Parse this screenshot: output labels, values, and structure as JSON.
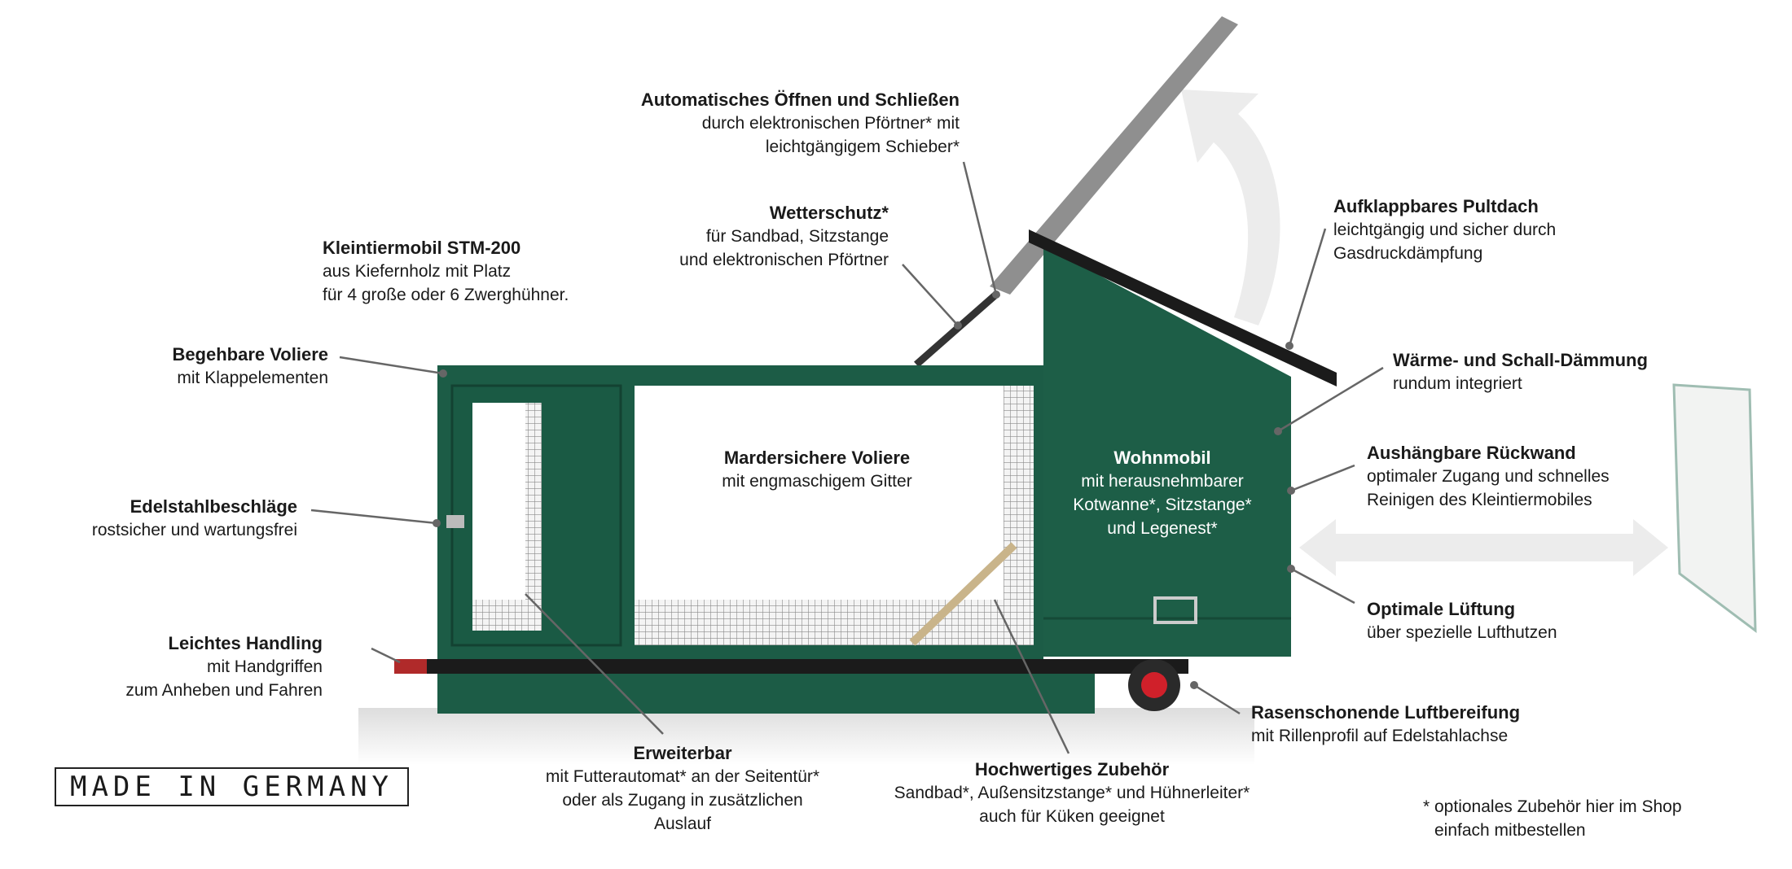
{
  "labels": {
    "auto": {
      "title": "Automatisches Öffnen und Schließen",
      "lines": [
        "durch elektronischen Pförtner* mit",
        "leichtgängigem Schieber*"
      ]
    },
    "wetter": {
      "title": "Wetterschutz*",
      "lines": [
        "für Sandbad, Sitzstange",
        "und elektronischen Pförtner"
      ]
    },
    "klein": {
      "title": "Kleintiermobil STM-200",
      "lines": [
        "aus Kiefernholz mit Platz",
        "für 4 große oder 6 Zwerghühner."
      ]
    },
    "begeh": {
      "title": "Begehbare Voliere",
      "lines": [
        "mit Klappelementen"
      ]
    },
    "edel": {
      "title": "Edelstahlbeschläge",
      "lines": [
        "rostsicher und wartungsfrei"
      ]
    },
    "handling": {
      "title": "Leichtes Handling",
      "lines": [
        "mit Handgriffen",
        "zum Anheben und Fahren"
      ]
    },
    "erweiter": {
      "title": "Erweiterbar",
      "lines": [
        "mit Futterautomat* an der Seitentür*",
        "oder als Zugang in zusätzlichen",
        "Auslauf"
      ]
    },
    "zubehoer": {
      "title": "Hochwertiges Zubehör",
      "lines": [
        "Sandbad*, Außensitzstange* und Hühnerleiter*",
        "auch für Küken geeignet"
      ]
    },
    "rasen": {
      "title": "Rasenschonende Luftbereifung",
      "lines": [
        "mit Rillenprofil auf Edelstahlachse"
      ]
    },
    "dach": {
      "title": "Aufklappbares Pultdach",
      "lines": [
        "leichtgängig und sicher durch",
        "Gasdruckdämpfung"
      ]
    },
    "waerme": {
      "title": "Wärme- und Schall-Dämmung",
      "lines": [
        "rundum integriert"
      ]
    },
    "rueck": {
      "title": "Aushängbare Rückwand",
      "lines": [
        "optimaler Zugang und schnelles",
        "Reinigen des Kleintiermobiles"
      ]
    },
    "lueft": {
      "title": "Optimale Lüftung",
      "lines": [
        "über spezielle Lufthutzen"
      ]
    },
    "wohn": {
      "title": "Wohnmobil",
      "lines": [
        "mit herausnehmbarer",
        "Kotwanne*, Sitzstange*",
        "und Legenest*"
      ]
    },
    "marder": {
      "title": "Mardersichere Voliere",
      "lines": [
        "mit engmaschigem Gitter"
      ]
    }
  },
  "footnote": [
    "* optionales Zubehör hier im Shop",
    "einfach mitbestellen"
  ],
  "badge": "MADE IN GERMANY",
  "colors": {
    "wood_green": "#1c5c46",
    "roof": "#1b1b1b",
    "ghost_arrow": "#ececec",
    "wheel_hub": "#d0202a"
  }
}
